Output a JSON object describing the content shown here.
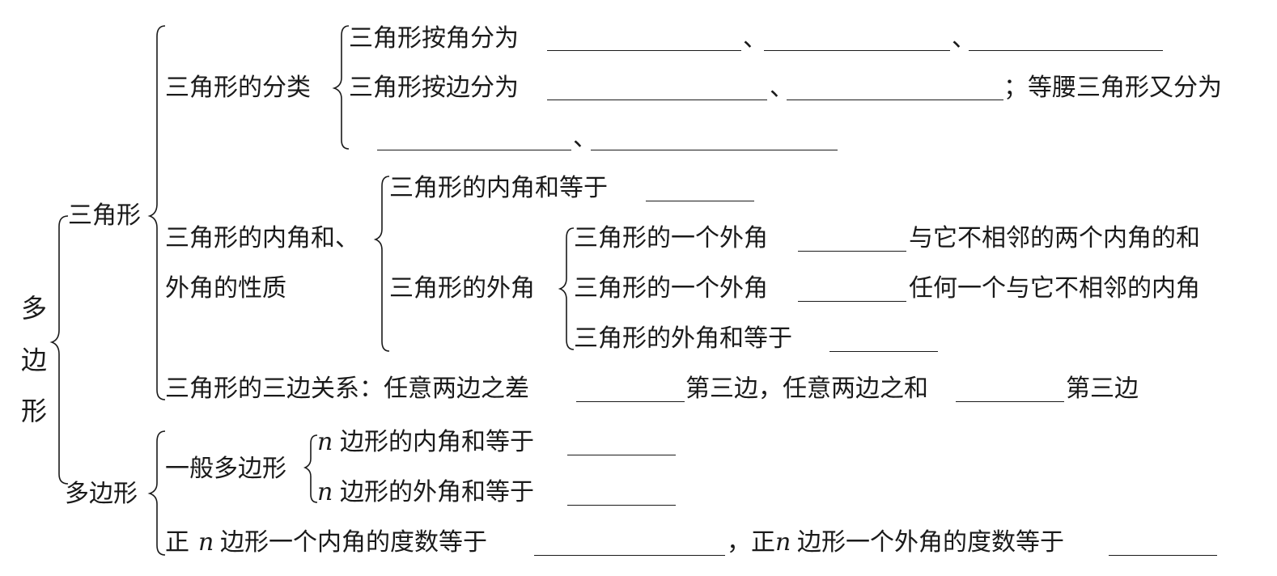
{
  "root": {
    "label_chars": [
      "多",
      "边",
      "形"
    ]
  },
  "triangle": {
    "label": "三角形",
    "classification": {
      "label": "三角形的分类",
      "by_angle": "三角形按角分为",
      "sep1": "、",
      "sep2": "、",
      "by_side": "三角形按边分为",
      "sep3": "、",
      "isosceles": "；等腰三角形又分为",
      "sep4": "、"
    },
    "angles": {
      "label_line1": "三角形的内角和、",
      "label_line2": "外角的性质",
      "interior_sum": "三角形的内角和等于",
      "exterior_label": "三角形的外角",
      "ext1_pre": "三角形的一个外角",
      "ext1_post": "与它不相邻的两个内角的和",
      "ext2_pre": "三角形的一个外角",
      "ext2_post": "任何一个与它不相邻的内角",
      "ext_sum": "三角形的外角和等于"
    },
    "sides": {
      "pre": "三角形的三边关系：任意两边之差",
      "mid": "第三边，任意两边之和",
      "post": "第三边"
    }
  },
  "polygon": {
    "label": "多边形",
    "general": {
      "label": "一般多边形",
      "n": "n",
      "interior": "边形的内角和等于",
      "exterior": "边形的外角和等于"
    },
    "regular": {
      "pre": "正",
      "n": "n",
      "mid1": "边形一个内角的度数等于",
      "mid2": "，正",
      "mid3": "边形一个外角的度数等于"
    }
  }
}
